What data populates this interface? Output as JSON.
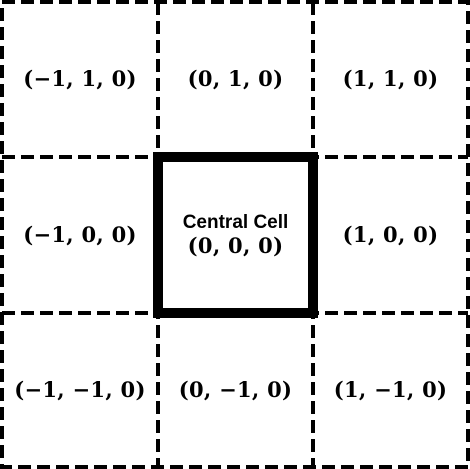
{
  "diagram": {
    "central_title": "Central Cell",
    "cells": [
      {
        "id": "m1-p1",
        "label": "(−1, 1, 0)"
      },
      {
        "id": "0-p1",
        "label": "(0, 1, 0)"
      },
      {
        "id": "p1-p1",
        "label": "(1, 1, 0)"
      },
      {
        "id": "m1-0",
        "label": "(−1, 0, 0)"
      },
      {
        "id": "0-0",
        "label": "(0, 0, 0)"
      },
      {
        "id": "p1-0",
        "label": "(1, 0, 0)"
      },
      {
        "id": "m1-m1",
        "label": "(−1, −1, 0)"
      },
      {
        "id": "0-m1",
        "label": "(0, −1, 0)"
      },
      {
        "id": "p1-m1",
        "label": "(1, −1, 0)"
      }
    ],
    "colors": {
      "line": "#000000",
      "background": "#ffffff"
    }
  }
}
